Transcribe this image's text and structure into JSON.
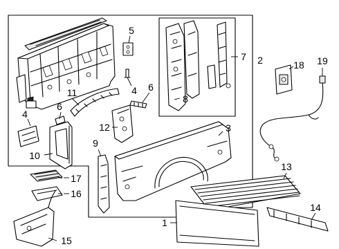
{
  "labels": {
    "l1": "1",
    "l2": "2",
    "l3": "3",
    "l4a": "4",
    "l4b": "4",
    "l5": "5",
    "l6a": "6",
    "l6b": "6",
    "l7": "7",
    "l8": "8",
    "l9": "9",
    "l10": "10",
    "l11": "11",
    "l12": "12",
    "l13": "13",
    "l14": "14",
    "l15": "15",
    "l16": "16",
    "l17": "17",
    "l18": "18",
    "l19": "19"
  }
}
